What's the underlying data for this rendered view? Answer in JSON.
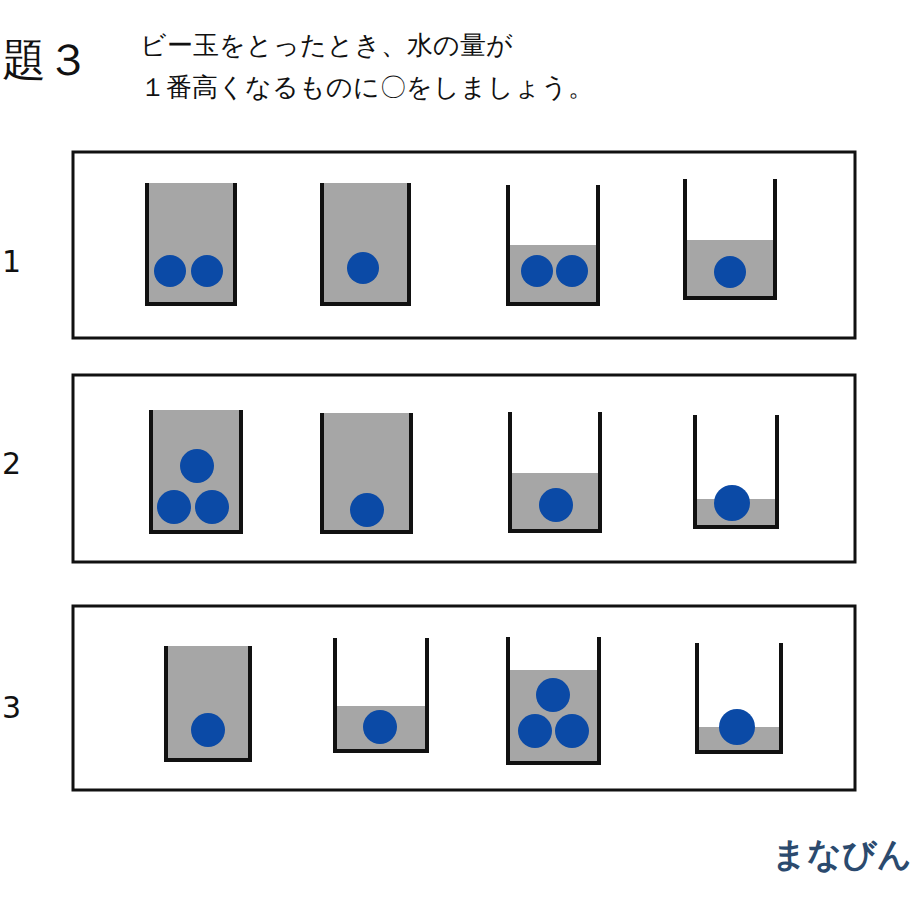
{
  "diagram": {
    "title": "題３",
    "labels": [
      "ビー玉をとったとき、水の量が １番高くなるものに〇をしましょう。",
      "1",
      "2",
      "3",
      "まなびん"
    ]
  }
}
